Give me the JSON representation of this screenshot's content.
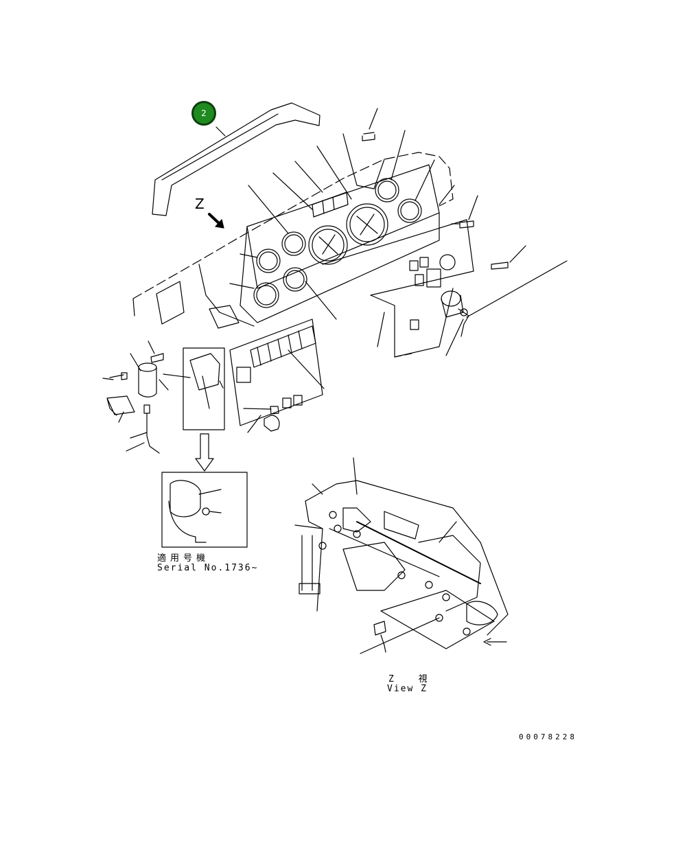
{
  "callout": {
    "number": "2",
    "color": "#1f8a1f",
    "border_color": "#0e3d0e"
  },
  "labels": {
    "view_marker": "Z",
    "serial_jp": "適用号機",
    "serial_en": "Serial No.1736~",
    "view_jp": "Z 視",
    "view_en": "View Z",
    "drawing_no": "00078228"
  }
}
